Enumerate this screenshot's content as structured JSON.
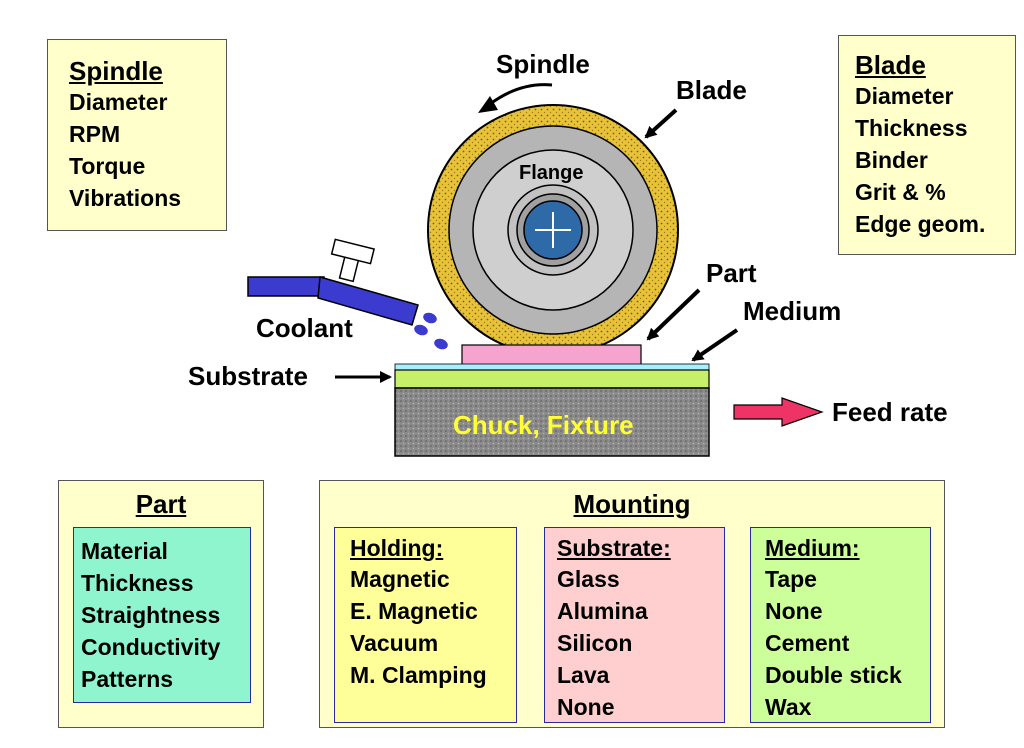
{
  "spindle_box": {
    "title": "Spindle",
    "items": [
      "Diameter",
      "RPM",
      "Torque",
      "Vibrations"
    ]
  },
  "blade_box": {
    "title": "Blade",
    "items": [
      "Diameter",
      "Thickness",
      "Binder",
      "Grit & %",
      "Edge geom."
    ]
  },
  "diagram": {
    "spindle_label": "Spindle",
    "blade_label": "Blade",
    "flange_label": "Flange",
    "part_label": "Part",
    "medium_label": "Medium",
    "coolant_label": "Coolant",
    "substrate_label": "Substrate",
    "chuck_label": "Chuck, Fixture",
    "feed_rate_label": "Feed rate"
  },
  "part_box": {
    "title": "Part",
    "items": [
      "Material",
      "Thickness",
      "Straightness",
      "Conductivity",
      "Patterns"
    ]
  },
  "mounting_box": {
    "title": "Mounting",
    "holding": {
      "heading": "Holding:",
      "items": [
        "Magnetic",
        "E. Magnetic",
        "Vacuum",
        "M. Clamping"
      ]
    },
    "substrate": {
      "heading": "Substrate:",
      "items": [
        "Glass",
        "Alumina",
        "Silicon",
        "Lava",
        "None"
      ]
    },
    "medium": {
      "heading": "Medium:",
      "items": [
        "Tape",
        "None",
        "Cement",
        "Double stick",
        "Wax"
      ]
    }
  },
  "colors": {
    "box_fill": "#ffffcc",
    "part_inner": "#8ff5cf",
    "holding_inner": "#ffff99",
    "substrate_inner": "#ffcfcf",
    "medium_inner": "#ccff99",
    "blade_gold": "#e8c33a",
    "hub_blue": "#2e6aa8",
    "chuck_text": "#ffff33",
    "feed_arrow": "#ee3366",
    "coolant_blue": "#3b3bd0"
  }
}
